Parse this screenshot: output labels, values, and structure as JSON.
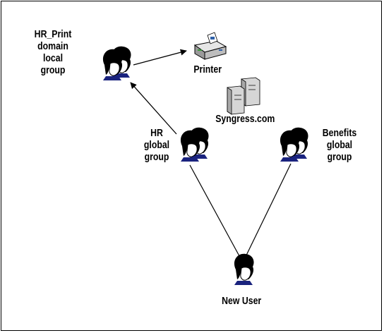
{
  "nodes": {
    "hr_print": {
      "lines": [
        "HR_Print",
        "domain",
        "local",
        "group"
      ]
    },
    "printer": {
      "label": "Printer"
    },
    "server": {
      "label": "Syngress.com"
    },
    "hr_global": {
      "lines": [
        "HR",
        "global",
        "group"
      ]
    },
    "benefits_global": {
      "lines": [
        "Benefits",
        "global",
        "group"
      ]
    },
    "new_user": {
      "label": "New User"
    }
  },
  "icons": {
    "group": "group-people-icon",
    "user": "person-icon",
    "printer": "printer-icon",
    "server": "server-icon"
  },
  "colors": {
    "line": "#000000",
    "hair": "#000000",
    "face": "#ffffff",
    "shirt": "#1a237e",
    "printer_accent": "#2e5fa8",
    "server_gray": "#c8c8c8"
  }
}
